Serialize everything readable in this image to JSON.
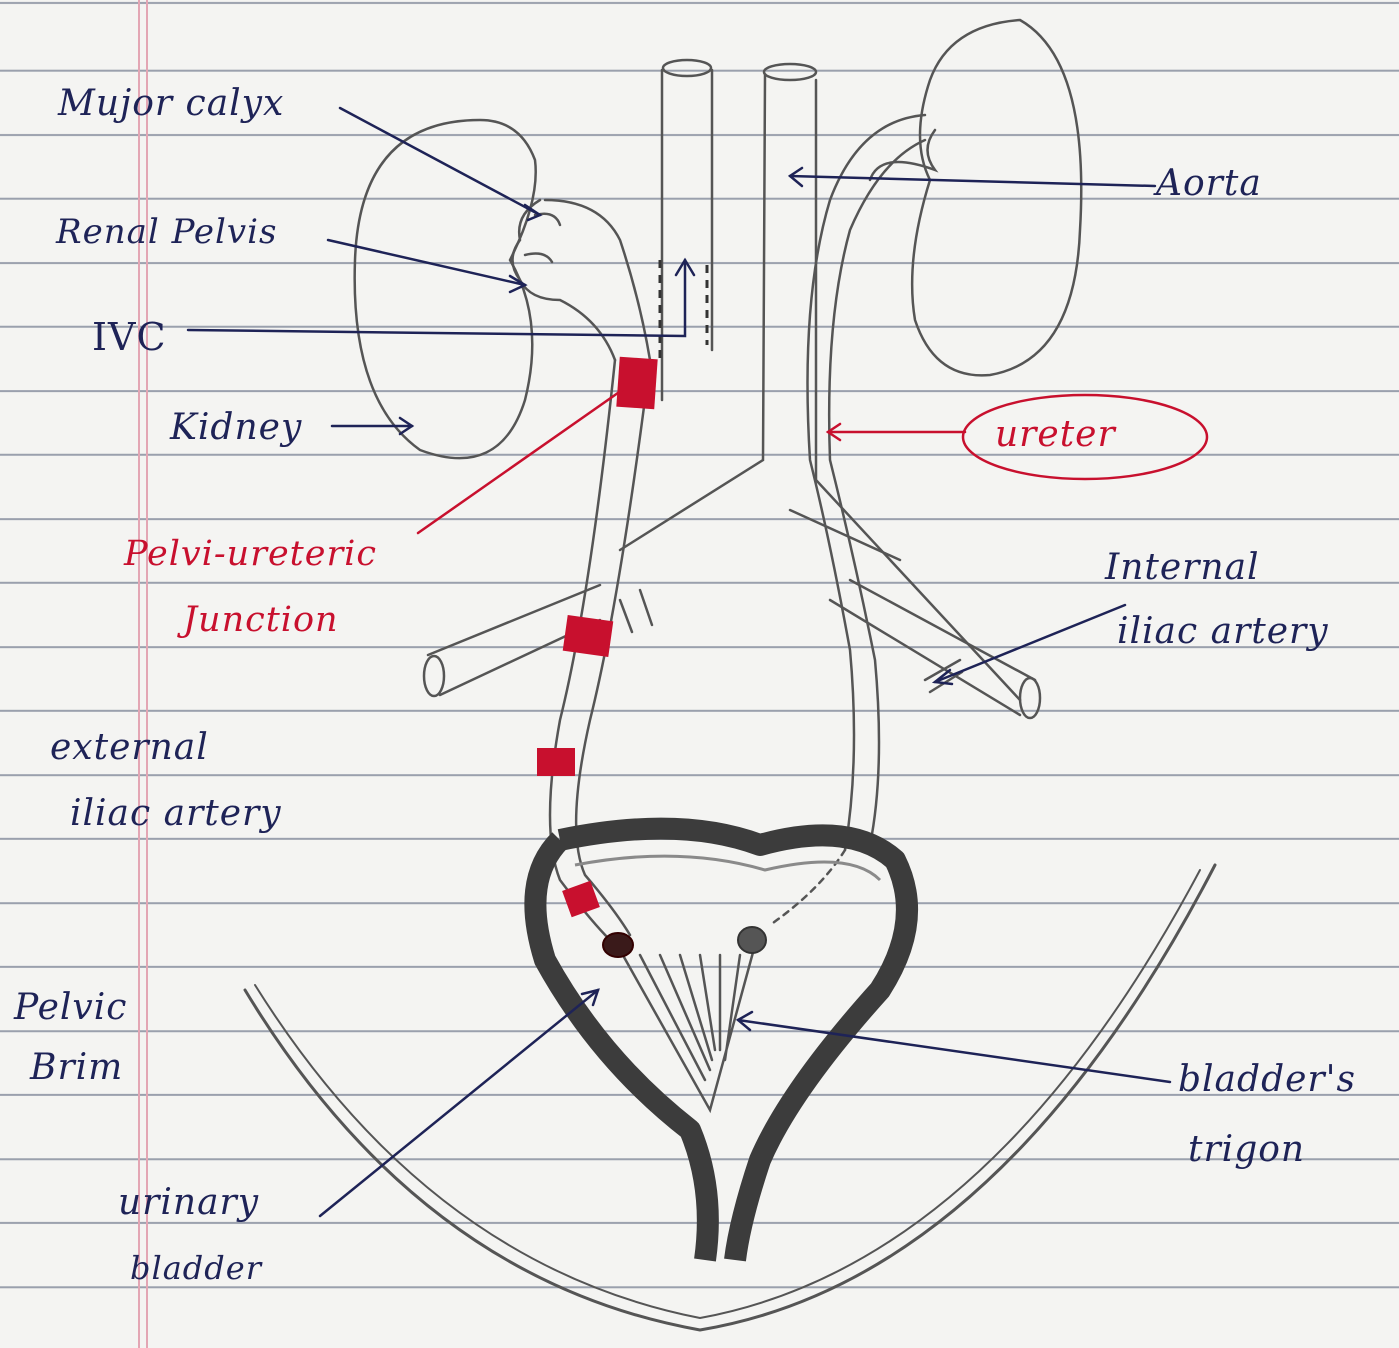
{
  "labels": {
    "major_calyx": "Mujor calyx",
    "renal_pelvis": "Renal Pelvis",
    "ivc": "IVC",
    "kidney": "Kidney",
    "pelvi_ureteric_1": "Pelvi-ureteric",
    "pelvi_ureteric_2": "Junction",
    "external_iliac_1": "external",
    "external_iliac_2": "iliac artery",
    "pelvic_brim_1": "Pelvic",
    "pelvic_brim_2": "Brim",
    "urinary_bladder_1": "urinary",
    "urinary_bladder_2": "bladder",
    "aorta": "Aorta",
    "ureter": "ureter",
    "internal_iliac_1": "Internal",
    "internal_iliac_2": "iliac artery",
    "bladder_trigon_1": "bladder's",
    "bladder_trigon_2": "trigon"
  },
  "colors": {
    "ink": "#1e2357",
    "red_ink": "#c8102e",
    "pencil": "#555555",
    "ruled_line": "#9aa0ad",
    "margin_line": "#e3a6b4"
  }
}
